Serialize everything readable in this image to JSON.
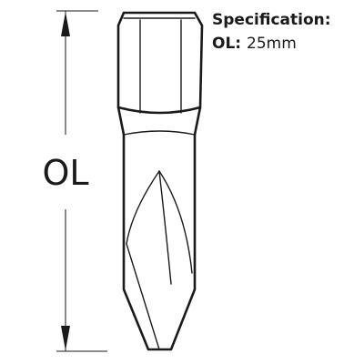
{
  "specification": {
    "title": "Specification:",
    "items": [
      {
        "key": "OL:",
        "value": "25mm"
      }
    ]
  },
  "dimension": {
    "label": "OL"
  },
  "colors": {
    "stroke": "#1a1a1a",
    "background": "#ffffff",
    "text": "#1a1a1a"
  }
}
